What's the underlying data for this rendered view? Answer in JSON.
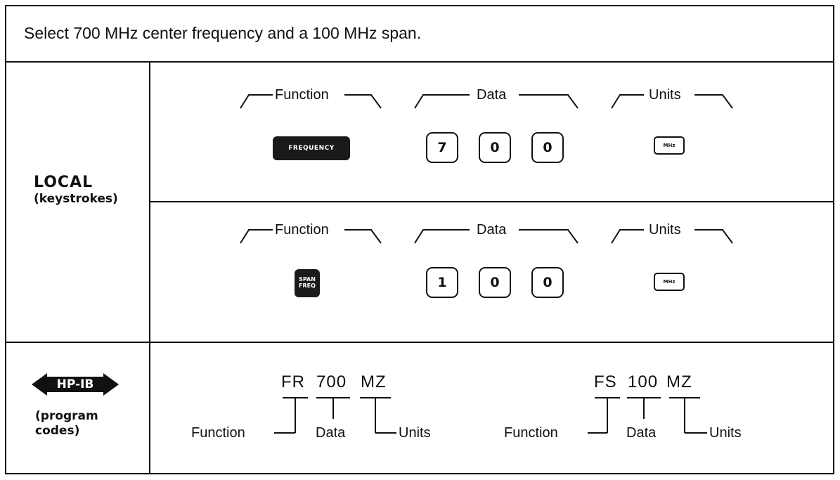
{
  "title": "Select 700 MHz center frequency and a 100 MHz span.",
  "local": {
    "heading": "LOCAL",
    "subheading": "(keystrokes)",
    "rows": [
      {
        "function_label": "Function",
        "data_label": "Data",
        "units_label": "Units",
        "function_key": "FREQUENCY",
        "data_keys": [
          "7",
          "0",
          "0"
        ],
        "unit_key": "MHz"
      },
      {
        "function_label": "Function",
        "data_label": "Data",
        "units_label": "Units",
        "function_key_line1": "SPAN",
        "function_key_line2": "FREQ",
        "data_keys": [
          "1",
          "0",
          "0"
        ],
        "unit_key": "MHz"
      }
    ]
  },
  "program": {
    "badge": "HP-IB",
    "subheading_line1": "(program",
    "subheading_line2": "codes)",
    "examples": [
      {
        "function": "FR",
        "data": "700",
        "units": "MZ",
        "function_label": "Function",
        "data_label": "Data",
        "units_label": "Units"
      },
      {
        "function": "FS",
        "data": "100",
        "units": "MZ",
        "function_label": "Function",
        "data_label": "Data",
        "units_label": "Units"
      }
    ]
  }
}
